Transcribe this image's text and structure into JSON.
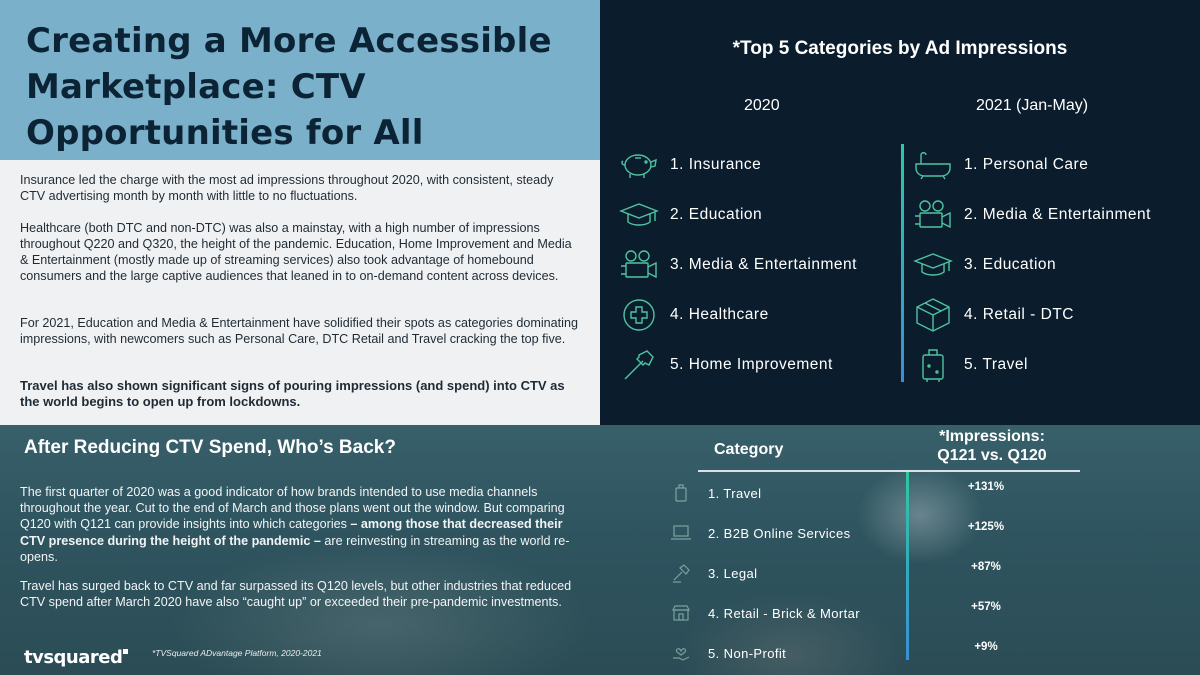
{
  "title": "Creating a More Accessible Marketplace: CTV Opportunities for All",
  "intro": {
    "p1": "Insurance led the charge with the most ad impressions throughout  2020, with consistent, steady CTV advertising month by month with little to no fluctuations.",
    "p2": "Healthcare (both DTC and non-DTC) was also a mainstay, with a high number  of impressions throughout  Q220 and Q320, the height of the pandemic. Education, Home Improvement  and Media & Entertainment  (mostly made up of streaming services) also took advantage of homebound  consumers and the large captive audiences that leaned in to on-demand content across devices.",
    "p3": "For 2021, Education and Media & Entertainment  have solidified their spots as categories dominating  impressions, with newcomers such as Personal Care, DTC Retail and Travel cracking the top five.",
    "p4": "Travel has also shown significant signs of pouring impressions  (and spend) into CTV as the world  begins to open up from lockdowns."
  },
  "top5": {
    "title": "*Top 5 Categories by Ad Impressions",
    "col_2020": "2020",
    "col_2021": "2021 (Jan-May)",
    "items_2020": [
      {
        "label": "1. Insurance",
        "icon": "piggy-bank-icon"
      },
      {
        "label": "2. Education",
        "icon": "graduation-cap-icon"
      },
      {
        "label": "3. Media & Entertainment",
        "icon": "film-camera-icon"
      },
      {
        "label": "4. Healthcare",
        "icon": "medical-cross-icon"
      },
      {
        "label": "5. Home Improvement",
        "icon": "hammer-icon"
      }
    ],
    "items_2021": [
      {
        "label": "1. Personal Care",
        "icon": "bathtub-icon"
      },
      {
        "label": "2. Media & Entertainment",
        "icon": "film-camera-icon"
      },
      {
        "label": "3. Education",
        "icon": "graduation-cap-icon"
      },
      {
        "label": "4. Retail - DTC",
        "icon": "package-box-icon"
      },
      {
        "label": "5. Travel",
        "icon": "suitcase-icon"
      }
    ]
  },
  "back": {
    "heading": "After Reducing CTV Spend, Who’s Back?",
    "p1_a": "The first quarter  of 2020 was a good indicator of how brands intended  to use media channels throughout  the year. Cut to the end of March and those plans went out the window. But comparing  Q120 with Q121 can provide insights  into which categories ",
    "p1_bold": "– among those that decreased their CTV presence during the height of the pandemic –",
    "p1_b": " are reinvesting in streaming as the world re-opens.",
    "p2": "Travel has surged back to CTV and far surpassed its Q120 levels, but other industries that reduced CTV spend after March 2020 have also “caught up”  or exceeded their pre-pandemic  investments.",
    "table": {
      "col_category": "Category",
      "col_impressions": "*Impressions:\nQ121 vs. Q120",
      "rows": [
        {
          "label": "1. Travel",
          "value": "+131%",
          "icon": "suitcase-icon"
        },
        {
          "label": "2. B2B Online Services",
          "value": "+125%",
          "icon": "laptop-icon"
        },
        {
          "label": "3. Legal",
          "value": "+87%",
          "icon": "gavel-icon"
        },
        {
          "label": "4. Retail - Brick & Mortar",
          "value": "+57%",
          "icon": "storefront-icon"
        },
        {
          "label": "5. Non-Profit",
          "value": "+9%",
          "icon": "heart-hand-icon"
        }
      ]
    },
    "logo": "tvsquared",
    "footnote": "*TVSquared  ADvantage Platform,  2020-2021"
  }
}
